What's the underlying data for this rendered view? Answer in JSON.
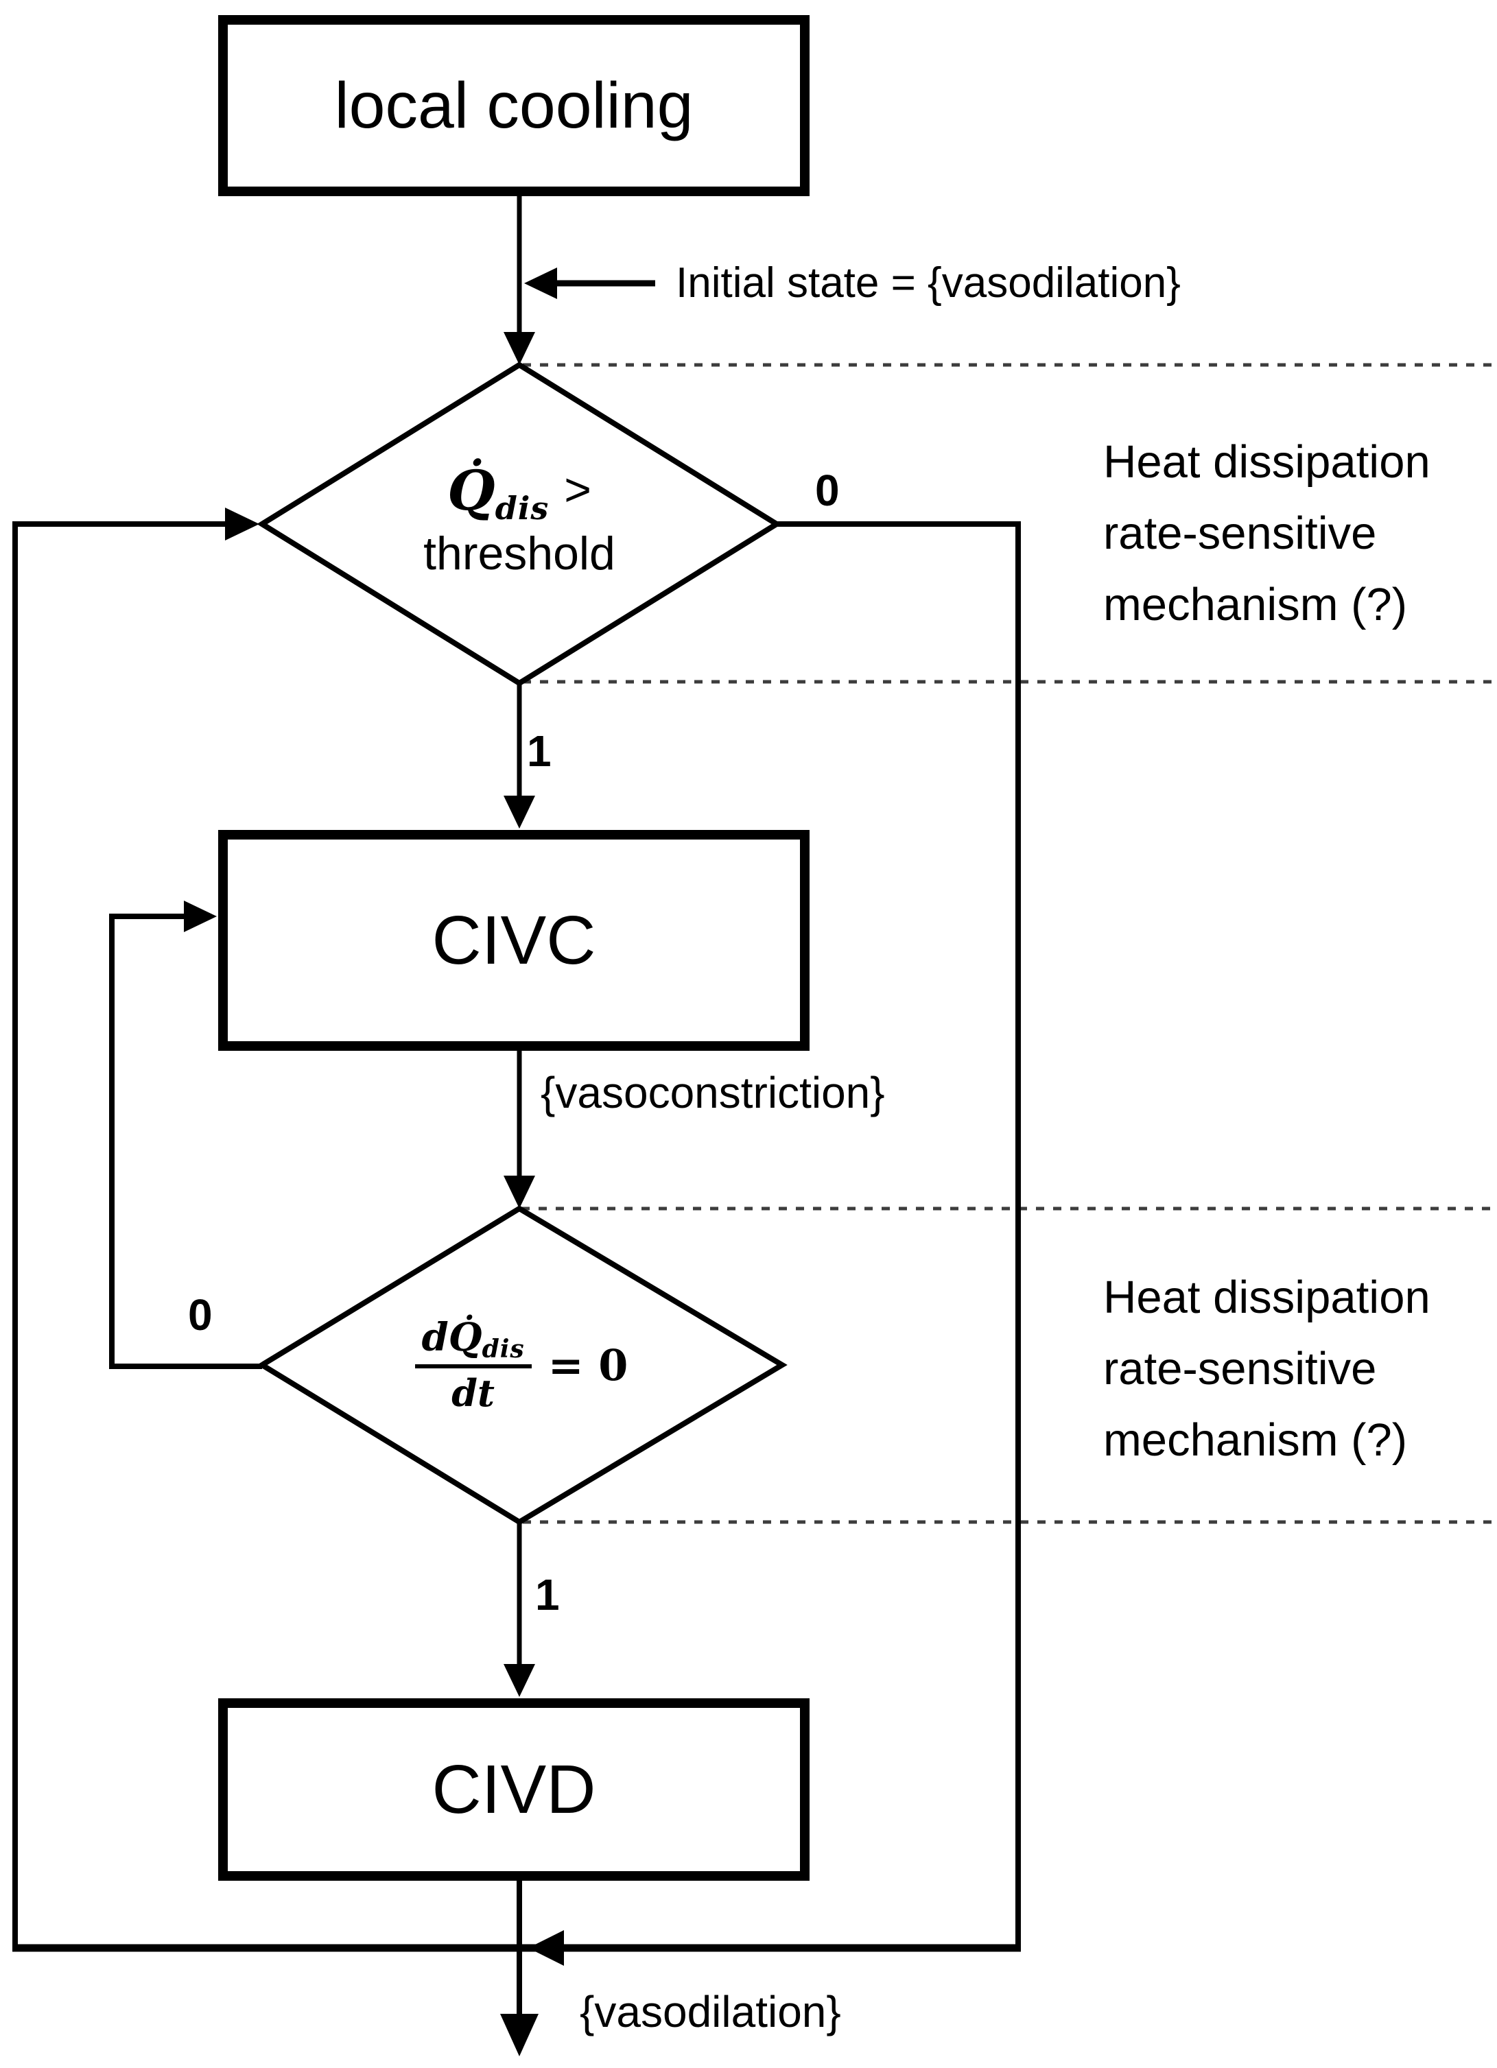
{
  "diagram": {
    "nodes": {
      "local_cooling": "local cooling",
      "civc": "CIVC",
      "civd": "CIVD"
    },
    "branch_labels": {
      "d1_no": "0",
      "d1_yes": "1",
      "d2_no": "0",
      "d2_yes": "1"
    },
    "edge_labels": {
      "initial_state": "Initial state = {vasodilation}",
      "vasoconstriction": "{vasoconstriction}",
      "vasodilation": "{vasodilation}"
    },
    "decision1": {
      "q": "Q̇",
      "sub": "dis",
      "op": ">",
      "line2": "threshold"
    },
    "decision2": {
      "num": "dQ̇",
      "num_sub": "dis",
      "den": "dt",
      "rhs": "= 0"
    },
    "annotations": {
      "mechanism1": "Heat dissipation\nrate-sensitive\nmechanism (?)",
      "mechanism2": "Heat dissipation\nrate-sensitive\nmechanism (?)"
    },
    "colors": {
      "line": "#000000",
      "dashed": "#3d3d3d",
      "background": "#ffffff"
    }
  }
}
